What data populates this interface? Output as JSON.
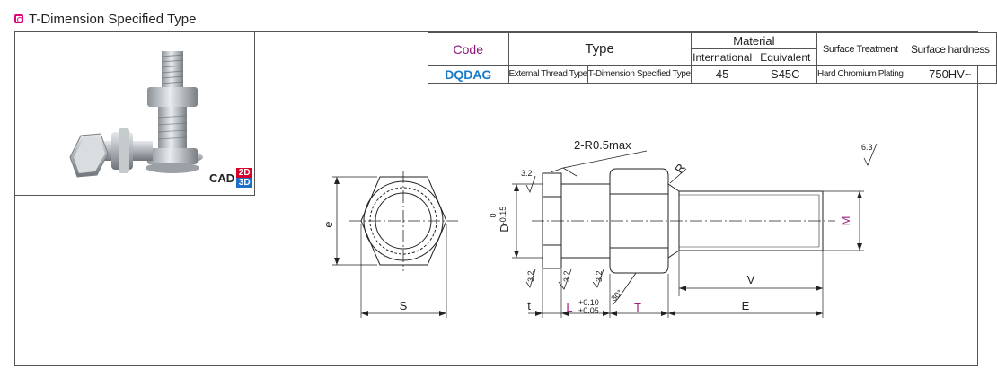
{
  "header": {
    "title": "T-Dimension Specified Type"
  },
  "cad": {
    "label": "CAD",
    "badge_2d": "2D",
    "badge_3d": "3D"
  },
  "table": {
    "col_code": "Code",
    "col_type": "Type",
    "col_material": "Material",
    "col_material_intl": "International",
    "col_material_equiv": "Equivalent",
    "col_surface": "Surface Treatment",
    "col_hardness": "Surface hardness",
    "row": {
      "code": "DQDAG",
      "type1": "External Thread Type",
      "type2": "T-Dimension Specified Type",
      "intl": "45",
      "equiv": "S45C",
      "surface": "Hard Chromium Plating",
      "hardness": "750HV~"
    }
  },
  "drawing": {
    "radius_note": "2-R0.5max",
    "r_label": "R",
    "e_label": "e",
    "s_label": "S",
    "d_label": "D",
    "d_tol_upper": "0",
    "d_tol_lower": "-0.15",
    "m_label": "M",
    "v_label": "V",
    "e_dim_label": "E",
    "t_small_label": "t",
    "l_label": "L",
    "l_tol_upper": "+0.10",
    "l_tol_lower": "+0.05",
    "t_label": "T",
    "angle_label": "30°",
    "rough_32": "3.2",
    "rough_63": "6.3"
  },
  "colors": {
    "accent": "#e0007a",
    "code_blue": "#1a7ac8",
    "dim_magenta": "#a0207a",
    "cad_red": "#d6002a",
    "cad_blue": "#1e6fc6"
  }
}
